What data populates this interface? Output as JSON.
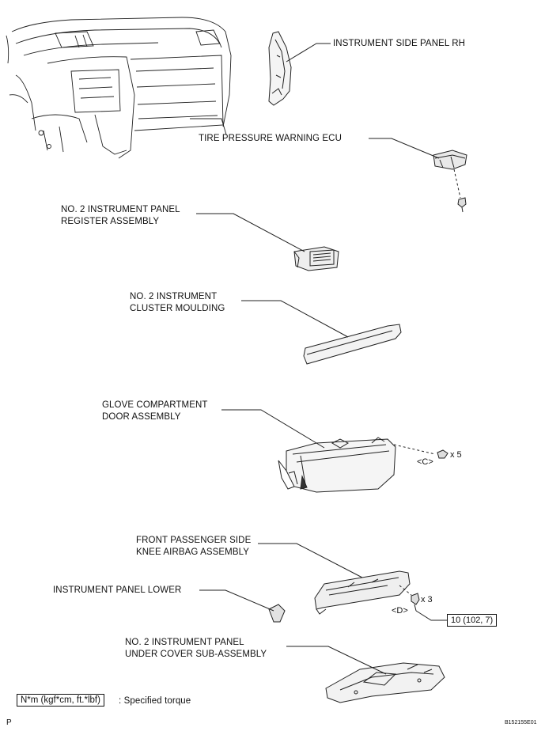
{
  "labels": {
    "side_panel_rh": "INSTRUMENT SIDE PANEL RH",
    "tpms_ecu": "TIRE PRESSURE WARNING ECU",
    "register_l1": "NO. 2 INSTRUMENT PANEL",
    "register_l2": "REGISTER ASSEMBLY",
    "cluster_l1": "NO. 2 INSTRUMENT",
    "cluster_l2": "CLUSTER MOULDING",
    "glove_l1": "GLOVE COMPARTMENT",
    "glove_l2": "DOOR ASSEMBLY",
    "knee_l1": "FRONT PASSENGER SIDE",
    "knee_l2": "KNEE AIRBAG ASSEMBLY",
    "panel_lower": "INSTRUMENT PANEL LOWER",
    "under_l1": "NO. 2 INSTRUMENT PANEL",
    "under_l2": "UNDER COVER SUB-ASSEMBLY"
  },
  "callouts": {
    "c_code": "<C>",
    "c_qty": "x 5",
    "d_code": "<D>",
    "d_qty": "x 3",
    "torque": "10 (102, 7)"
  },
  "legend": {
    "unit": "N*m (kgf*cm, ft.*lbf)",
    "desc": ": Specified torque"
  },
  "footer": {
    "corner": "P",
    "figure_id": "B152155E01"
  }
}
